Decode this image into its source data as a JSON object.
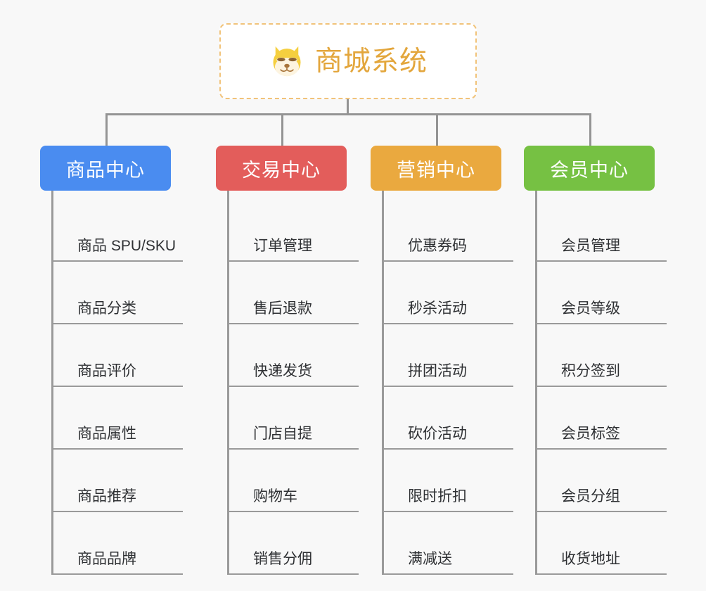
{
  "background_color": "#f8f8f8",
  "root": {
    "icon": "dog-face-icon",
    "title": "商城系统",
    "text_color": "#e3a63c",
    "border_color": "#f1c37a",
    "background_color": "#ffffff"
  },
  "connector_color": "#949494",
  "columns": [
    {
      "id": "product-center",
      "label": "商品中心",
      "color": "#4a8cf0",
      "items": [
        "商品 SPU/SKU",
        "商品分类",
        "商品评价",
        "商品属性",
        "商品推荐",
        "商品品牌"
      ]
    },
    {
      "id": "trade-center",
      "label": "交易中心",
      "color": "#e35d5b",
      "items": [
        "订单管理",
        "售后退款",
        "快递发货",
        "门店自提",
        "购物车",
        "销售分佣"
      ]
    },
    {
      "id": "marketing-center",
      "label": "营销中心",
      "color": "#eaa93f",
      "items": [
        "优惠券码",
        "秒杀活动",
        "拼团活动",
        "砍价活动",
        "限时折扣",
        "满减送"
      ]
    },
    {
      "id": "member-center",
      "label": "会员中心",
      "color": "#76c143",
      "items": [
        "会员管理",
        "会员等级",
        "积分签到",
        "会员标签",
        "会员分组",
        "收货地址"
      ]
    }
  ]
}
